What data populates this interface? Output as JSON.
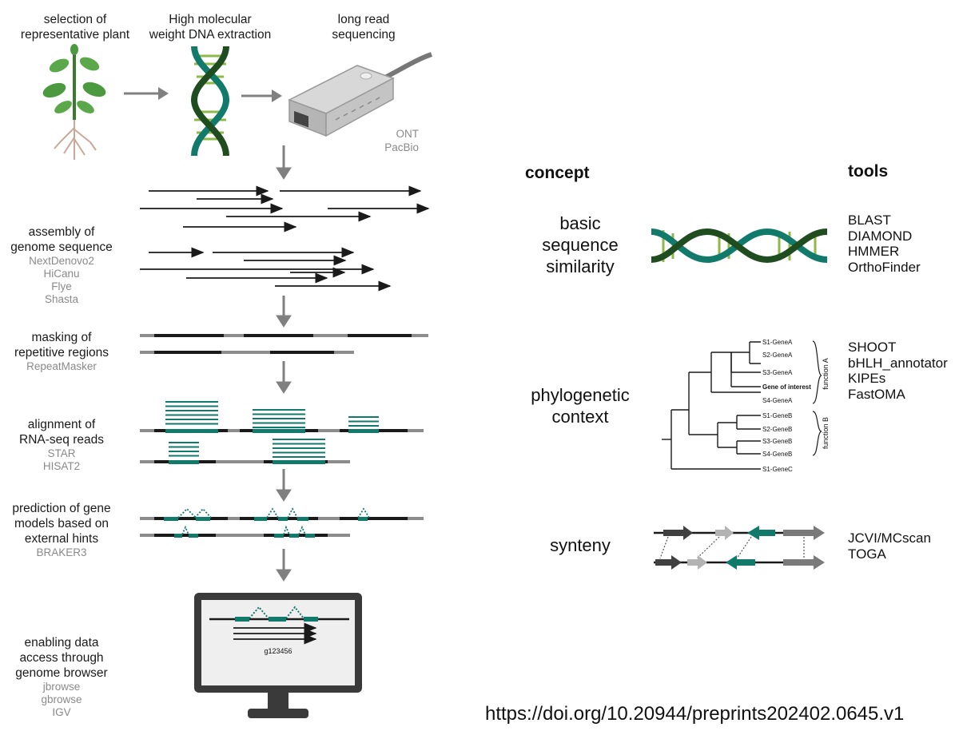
{
  "pipeline": {
    "selection": "selection of\nrepresentative plant",
    "extraction": "High molecular\nweight DNA extraction",
    "sequencing": "long read\nsequencing",
    "devices": [
      "ONT",
      "PacBio"
    ],
    "assembly": {
      "label": "assembly of\ngenome sequence",
      "tools": [
        "NextDenovo2",
        "HiCanu",
        "Flye",
        "Shasta"
      ]
    },
    "masking": {
      "label": "masking of\nrepetitive regions",
      "tools": [
        "RepeatMasker"
      ]
    },
    "alignment": {
      "label": "alignment of\nRNA-seq reads",
      "tools": [
        "STAR",
        "HISAT2"
      ]
    },
    "prediction": {
      "label": "prediction of gene\nmodels based on\nexternal hints",
      "tools": [
        "BRAKER3"
      ]
    },
    "access": {
      "label": "enabling data\naccess through\ngenome browser",
      "tools": [
        "jbrowse",
        "gbrowse",
        "IGV"
      ]
    },
    "browser_gene": "g123456"
  },
  "functional": {
    "concept_header": "concept",
    "tools_header": "tools",
    "rows": [
      {
        "concept": "basic\nsequence\nsimilarity",
        "tools": [
          "BLAST",
          "DIAMOND",
          "HMMER",
          "OrthoFinder"
        ]
      },
      {
        "concept": "phylogenetic\ncontext",
        "tools": [
          "SHOOT",
          "bHLH_annotator",
          "KIPEs",
          "FastOMA"
        ]
      },
      {
        "concept": "synteny",
        "tools": [
          "JCVI/MCscan",
          "TOGA"
        ]
      }
    ],
    "tree_leaves": [
      "S1-GeneA",
      "S2-GeneA",
      "S3-GeneA",
      "Gene of interest",
      "S4-GeneA",
      "S1-GeneB",
      "S2-GeneB",
      "S3-GeneB",
      "S4-GeneB",
      "S1-GeneC"
    ],
    "tree_groups": [
      "function A",
      "function B"
    ]
  },
  "doi": "https://doi.org/10.20944/preprints202402.0645.v1",
  "colors": {
    "teal": "#117a6a",
    "dark_green": "#1f4d1f",
    "arrow_gray": "#808080",
    "line_dark": "#1a1a1a",
    "line_gray": "#8c8c8c"
  }
}
